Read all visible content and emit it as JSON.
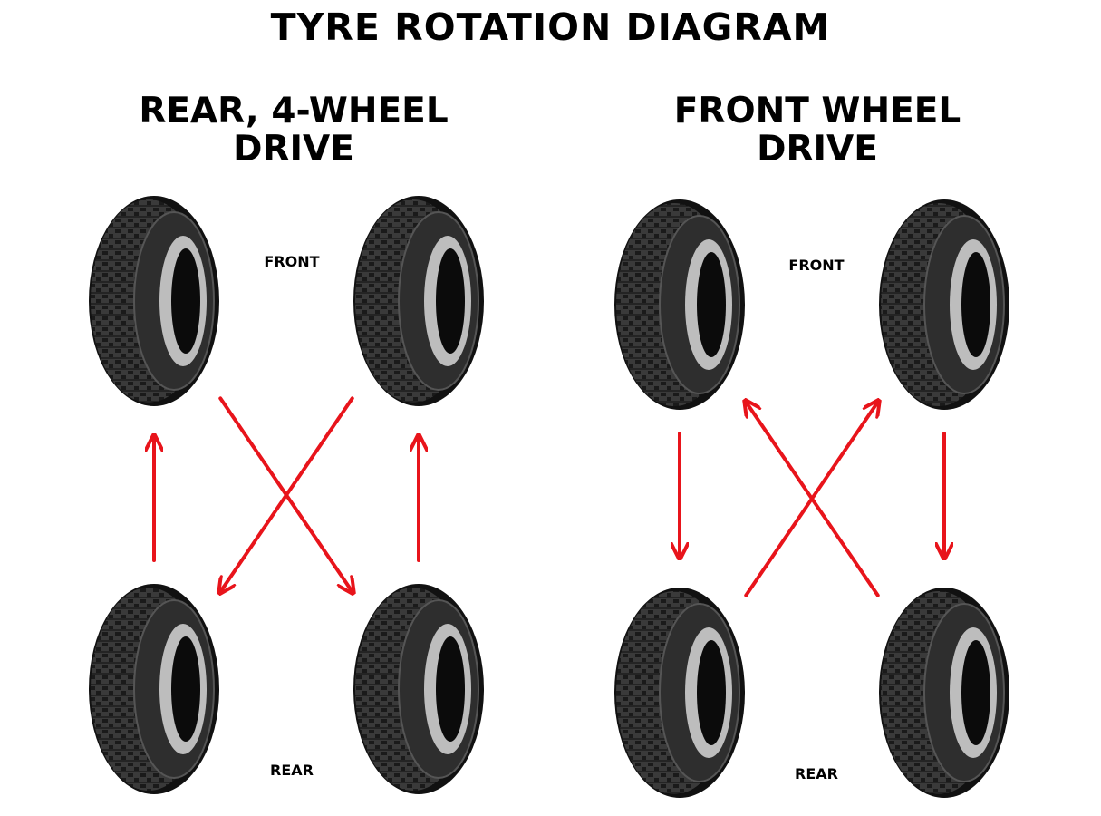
{
  "title": "TYRE ROTATION DIAGRAM",
  "panels": [
    {
      "title_line1": "REAR, 4-WHEEL",
      "title_line2": "DRIVE",
      "front_label": "FRONT",
      "rear_label": "REAR",
      "rotation": [
        {
          "from": "front-left",
          "to": "rear-right"
        },
        {
          "from": "front-right",
          "to": "rear-left"
        },
        {
          "from": "rear-left",
          "to": "front-left"
        },
        {
          "from": "rear-right",
          "to": "front-right"
        }
      ]
    },
    {
      "title_line1": "FRONT WHEEL",
      "title_line2": "DRIVE",
      "front_label": "FRONT",
      "rear_label": "REAR",
      "rotation": [
        {
          "from": "front-left",
          "to": "rear-left"
        },
        {
          "from": "front-right",
          "to": "rear-right"
        },
        {
          "from": "rear-left",
          "to": "front-right"
        },
        {
          "from": "rear-right",
          "to": "front-left"
        }
      ]
    }
  ],
  "colors": {
    "arrow": "#e8141b",
    "tyre": "#2a2a2a",
    "tyre_dark": "#111111"
  }
}
